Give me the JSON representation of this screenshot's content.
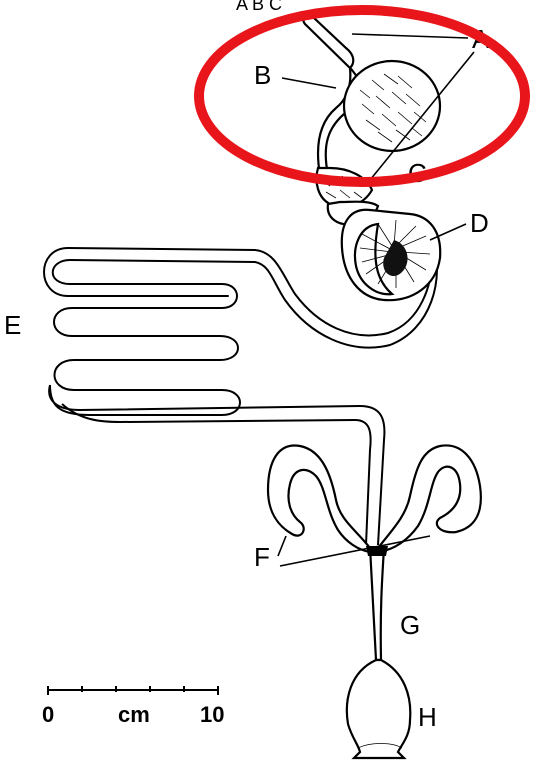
{
  "header_partial": "A B C",
  "labels": {
    "A": "A",
    "B": "B",
    "C": "C",
    "D": "D",
    "E": "E",
    "F": "F",
    "G": "G",
    "H": "H"
  },
  "scale_bar": {
    "start": "0",
    "unit": "cm",
    "end": "10"
  },
  "colors": {
    "highlight": "#e8161b",
    "ink": "#000000",
    "background": "#ffffff"
  }
}
